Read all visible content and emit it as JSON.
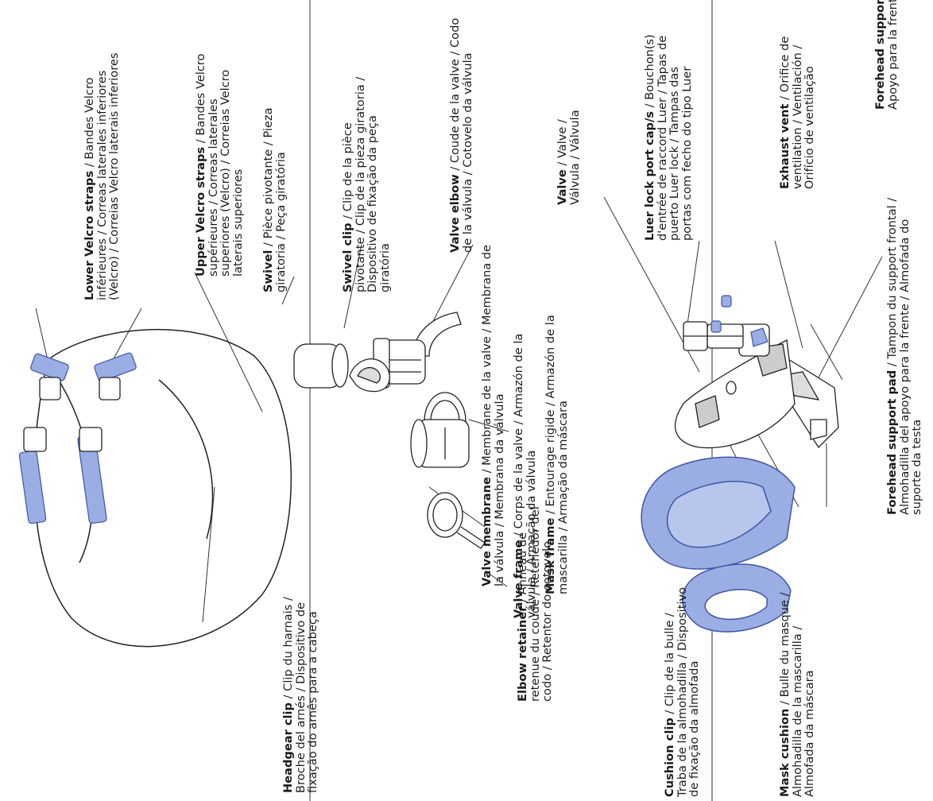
{
  "colors": {
    "part_fill": "#ffffff",
    "part_stroke": "#222222",
    "blue_fill": "#9aaee3",
    "blue_stroke": "#3f55a5",
    "line": "#333333",
    "divider": "#555555"
  },
  "panel_top": {
    "forehead_support": {
      "name": "Forehead support",
      "desc": " / Support frontal /\nApoyo para la frente / Suporte da testa"
    },
    "forehead_support_pad": {
      "name": "Forehead support pad",
      "desc": " / Tampon du support frontal /\nAlmohadilla del apoyo para la frente / Almofada do\nsuporte da testa"
    },
    "exhaust_vent": {
      "name": "Exhaust vent",
      "desc": " / Orifice de\nventilation / Ventilación /\nOrifício de ventilação"
    },
    "luer_lock_port_caps": {
      "name": "Luer lock port cap/s",
      "desc": " / Bouchon(s)\nd'entrée de raccord Luer / Tapas de\npuerto Luer lock / Tampas das\nportas com fecho do tipo Luer"
    },
    "valve": {
      "name": "Valve",
      "desc": " / Valve /\nVálvula / Válvula"
    },
    "mask_frame": {
      "name": "Mask frame",
      "desc": " / Entourage rigide / Armazón de la\nmascarilla / Armação da máscara"
    },
    "mask_cushion": {
      "name": "Mask cushion",
      "desc": " / Bulle du masque /\nAlmohadilla de la mascarilla /\nAlmofada da máscara"
    },
    "cushion_clip": {
      "name": "Cushion clip",
      "desc": " / Clip de la bulle /\nTraba de la almohadilla / Dispositivo\nde fixação da almofada"
    }
  },
  "panel_middle": {
    "valve_elbow": {
      "name": "Valve elbow",
      "desc": " / Coude de la valve / Codo\nde la válvula / Cotovelo da válvula"
    },
    "swivel_clip": {
      "name": "Swivel clip",
      "desc": " / Clip de la pièce\npivotante / Clip de la pieza giratoria /\nDispositivo de fixação da peça\ngiratória"
    },
    "swivel": {
      "name": "Swivel",
      "desc": " / Pièce pivotante / Pieza\ngiratoria / Peça giratória"
    },
    "valve_membrane": {
      "name": "Valve membrane",
      "desc": " / Membrane de la valve / Membrana de\nla válvula / Membrana da válvula"
    },
    "valve_frame": {
      "name": "Valve frame",
      "desc": " / Corps de la valve / Armazón de la\nválvula / Armação da válvula"
    },
    "elbow_retainer": {
      "name": "Elbow retainer",
      "desc": " / Anneau de\nretenue du coude / Retenedor del\ncodo / Retentor do cotovelo"
    }
  },
  "panel_bottom": {
    "upper_velcro_straps": {
      "name": "Upper Velcro straps",
      "desc": " / Bandes Velcro\nsupérieures / Correas laterales\nsuperiores (Velcro) / Correias Velcro\nlaterais superiores"
    },
    "lower_velcro_straps": {
      "name": "Lower Velcro straps",
      "desc": " / Bandes Velcro\ninférieures / Correas laterales inferiores\n(Velcro) / Correias Velcro laterais inferiores"
    },
    "headgear_clip": {
      "name": "Headgear clip",
      "desc": " / Clip du harnais /\nBroche del arnés / Dispositivo de\nfixação do arnês para a cabeça"
    }
  }
}
